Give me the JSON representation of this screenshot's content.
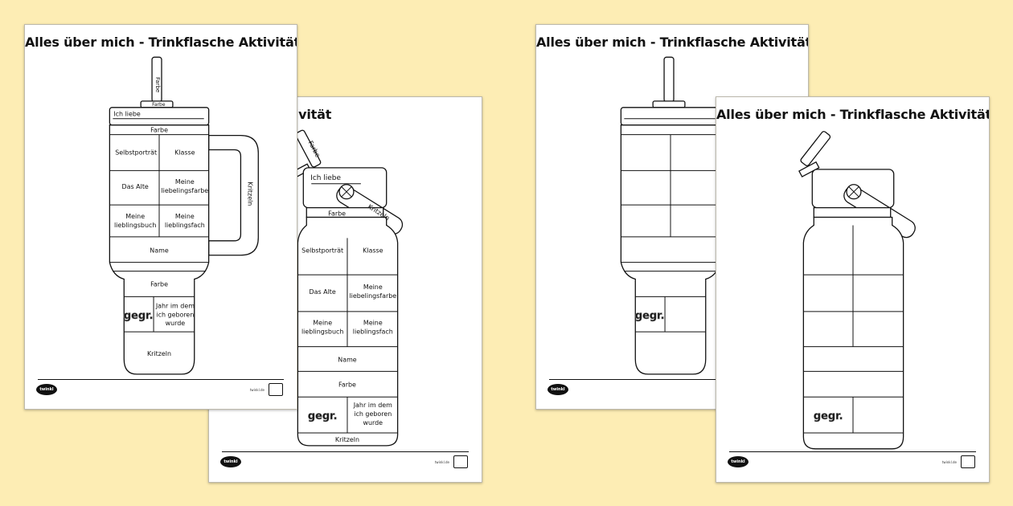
{
  "sheets": {
    "title": "Alles über mich - Trinkflasche Aktivität",
    "title_partial": "ich - Trinkflasche Aktivität",
    "logo": "twinkl",
    "footer_url": "twinkl.de"
  },
  "tumbler": {
    "straw": "Farbe",
    "lid": "Farbe",
    "i_love": "Ich liebe",
    "band": "Farbe",
    "selfportrait": "Selbstporträt",
    "class": "Klasse",
    "age": "Das Alte",
    "fav_color_1": "Meine",
    "fav_color_2": "liebelingsfarbe",
    "fav_book_1": "Meine",
    "fav_book_2": "lieblingsbuch",
    "fav_subject_1": "Meine",
    "fav_subject_2": "lieblingsfach",
    "name": "Name",
    "handle": "Kritzeln",
    "lower_band": "Farbe",
    "est": "gegr.",
    "year_1": "Jahr im dem",
    "year_2": "ich geboren",
    "year_3": "wurde",
    "doodle": "Kritzeln"
  },
  "bottle": {
    "spout": "Farbe",
    "i_love": "Ich liebe",
    "cap_strap": "Kritzeln",
    "band": "Farbe",
    "selfportrait": "Selbstporträt",
    "class": "Klasse",
    "age": "Das Alte",
    "fav_color_1": "Meine",
    "fav_color_2": "liebelingsfarbe",
    "fav_book_1": "Meine",
    "fav_book_2": "lieblingsbuch",
    "fav_subject_1": "Meine",
    "fav_subject_2": "lieblingsfach",
    "name": "Name",
    "color_row": "Farbe",
    "est": "gegr.",
    "year_1": "Jahr im dem",
    "year_2": "ich geboren",
    "year_3": "wurde",
    "doodle": "Kritzeln"
  },
  "blank": {
    "est": "gegr."
  }
}
